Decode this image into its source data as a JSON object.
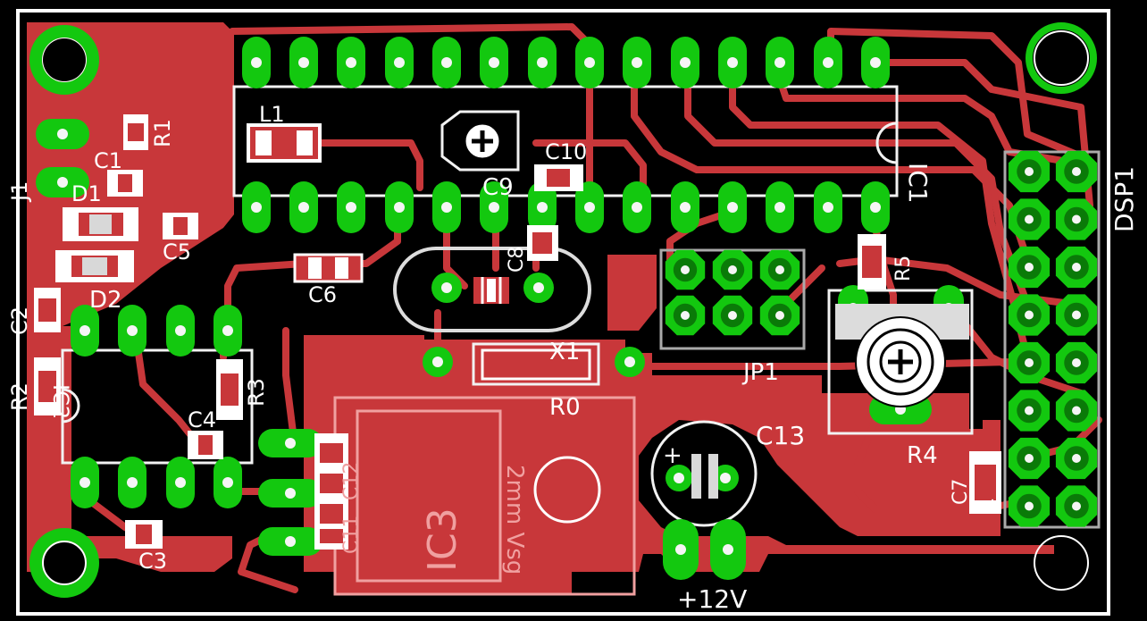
{
  "board": {
    "labels": {
      "ic1": "IC1",
      "dsp1": "DSP1",
      "j1": "J1",
      "l1": "L1",
      "r1": "R1",
      "c1": "C1",
      "d1": "D1",
      "d2": "D2",
      "c5": "C5",
      "c2": "C2",
      "r2": "R2",
      "ic2": "IC2",
      "r3": "R3",
      "c4": "C4",
      "c3": "C3",
      "c6": "C6",
      "c8": "C8",
      "c9": "C9",
      "c10": "C10",
      "x1": "X1",
      "r0": "R0",
      "jp1": "JP1",
      "r4": "R4",
      "r5": "R5",
      "c13": "C13",
      "c7": "C7",
      "c7_plus": "+",
      "c12": "C12",
      "c11": "C11",
      "ic3": "IC3",
      "ic3_note": "2mm Vsg",
      "power": "+12V",
      "c13_plus": "+"
    },
    "colors": {
      "background": "#000000",
      "copper_top": "#c8373a",
      "pad": "#13c80f",
      "silkscreen": "#f2f2f2",
      "drill": "#f5f5f5",
      "outline": "#ffffff"
    }
  }
}
